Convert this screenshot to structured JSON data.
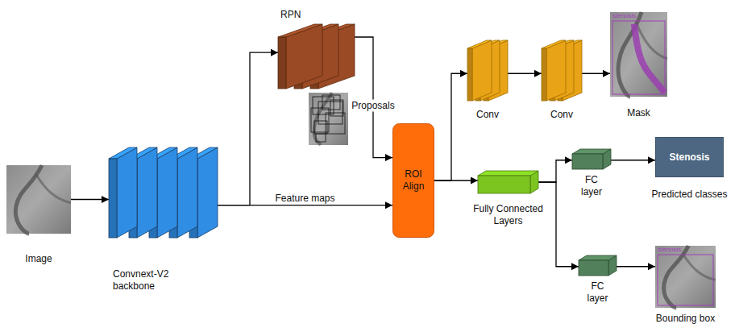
{
  "diagram": {
    "nodes": [
      {
        "text": [
          "Image"
        ]
      },
      {
        "text": [
          "Convnext-V2 backbone"
        ]
      },
      {
        "text": [
          "RPN"
        ]
      },
      {
        "text": [
          "ROI Align"
        ]
      },
      {
        "text": [
          "Conv"
        ]
      },
      {
        "text": [
          "Conv"
        ]
      },
      {
        "text": [
          "stenosis",
          "Mask"
        ]
      },
      {
        "text": [
          "Fully Connected Layers"
        ]
      },
      {
        "text": [
          "FC layer"
        ]
      },
      {
        "text": [
          "Stenosis",
          "Predicted classes"
        ]
      },
      {
        "text": [
          "FC layer"
        ]
      },
      {
        "text": [
          "stenosis",
          "Bounding box"
        ]
      }
    ],
    "edges": [
      {
        "from": 0,
        "to": 1,
        "arrow": "to"
      },
      {
        "from": 1,
        "to": 2,
        "arrow": "to"
      },
      {
        "from": 1,
        "to": 3,
        "label": "Feature maps",
        "arrow": "to"
      },
      {
        "from": 2,
        "to": 3,
        "label": "Proposals",
        "arrow": "to"
      },
      {
        "from": 3,
        "to": 4,
        "arrow": "to"
      },
      {
        "from": 4,
        "to": 5,
        "arrow": "to"
      },
      {
        "from": 5,
        "to": 6,
        "arrow": "to"
      },
      {
        "from": 3,
        "to": 7,
        "arrow": "to"
      },
      {
        "from": 7,
        "to": 8,
        "arrow": "to"
      },
      {
        "from": 7,
        "to": 10,
        "arrow": "to"
      },
      {
        "from": 8,
        "to": 9,
        "arrow": "to"
      },
      {
        "from": 10,
        "to": 11,
        "arrow": "to"
      }
    ]
  }
}
